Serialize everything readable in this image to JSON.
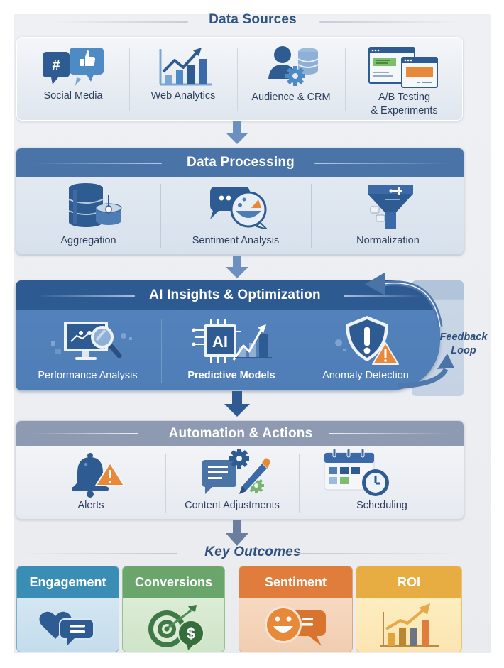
{
  "diagram": {
    "data_sources": {
      "title": "Data Sources",
      "items": [
        {
          "label": "Social Media",
          "icon": "social-media-icon"
        },
        {
          "label": "Web Analytics",
          "icon": "web-analytics-chart-icon"
        },
        {
          "label": "Audience & CRM",
          "icon": "audience-crm-icon"
        },
        {
          "label_line1": "A/B Testing",
          "label_line2": "& Experiments",
          "icon": "ab-testing-windows-icon"
        }
      ]
    },
    "data_processing": {
      "title": "Data Processing",
      "items": [
        {
          "label": "Aggregation",
          "icon": "database-aggregation-icon"
        },
        {
          "label": "Sentiment Analysis",
          "icon": "sentiment-chat-icon"
        },
        {
          "label": "Normalization",
          "icon": "funnel-icon"
        }
      ]
    },
    "ai_insights": {
      "title": "AI Insights & Optimization",
      "items": [
        {
          "label": "Performance Analysis",
          "icon": "monitor-magnifier-icon"
        },
        {
          "label": "Predictive Models",
          "icon": "ai-chip-trend-icon"
        },
        {
          "label": "Anomaly Detection",
          "icon": "shield-warning-icon"
        }
      ],
      "feedback": {
        "line1": "Feedback",
        "line2": "Loop"
      }
    },
    "automation": {
      "title": "Automation & Actions",
      "items": [
        {
          "label": "Alerts",
          "icon": "bell-warning-icon"
        },
        {
          "label": "Content Adjustments",
          "icon": "document-edit-gear-icon"
        },
        {
          "label": "Scheduling",
          "icon": "calendar-clock-icon"
        }
      ]
    },
    "key_outcomes": {
      "title": "Key Outcomes",
      "items": [
        {
          "label": "Engagement",
          "icon": "heart-chat-icon",
          "color": "#3a8db5"
        },
        {
          "label": "Conversions",
          "icon": "target-dollar-icon",
          "color": "#6aa66c"
        },
        {
          "label": "Sentiment",
          "icon": "smiley-chat-icon",
          "color": "#e07d3c"
        },
        {
          "label": "ROI",
          "icon": "roi-growth-chart-icon",
          "color": "#e8ad42"
        }
      ]
    },
    "colors": {
      "primary_blue": "#3f6aa3",
      "dark_blue": "#2f5b93",
      "text_navy": "#2c3e5e",
      "slate_header": "#8e9bb2",
      "accent_orange": "#e8893a"
    }
  }
}
